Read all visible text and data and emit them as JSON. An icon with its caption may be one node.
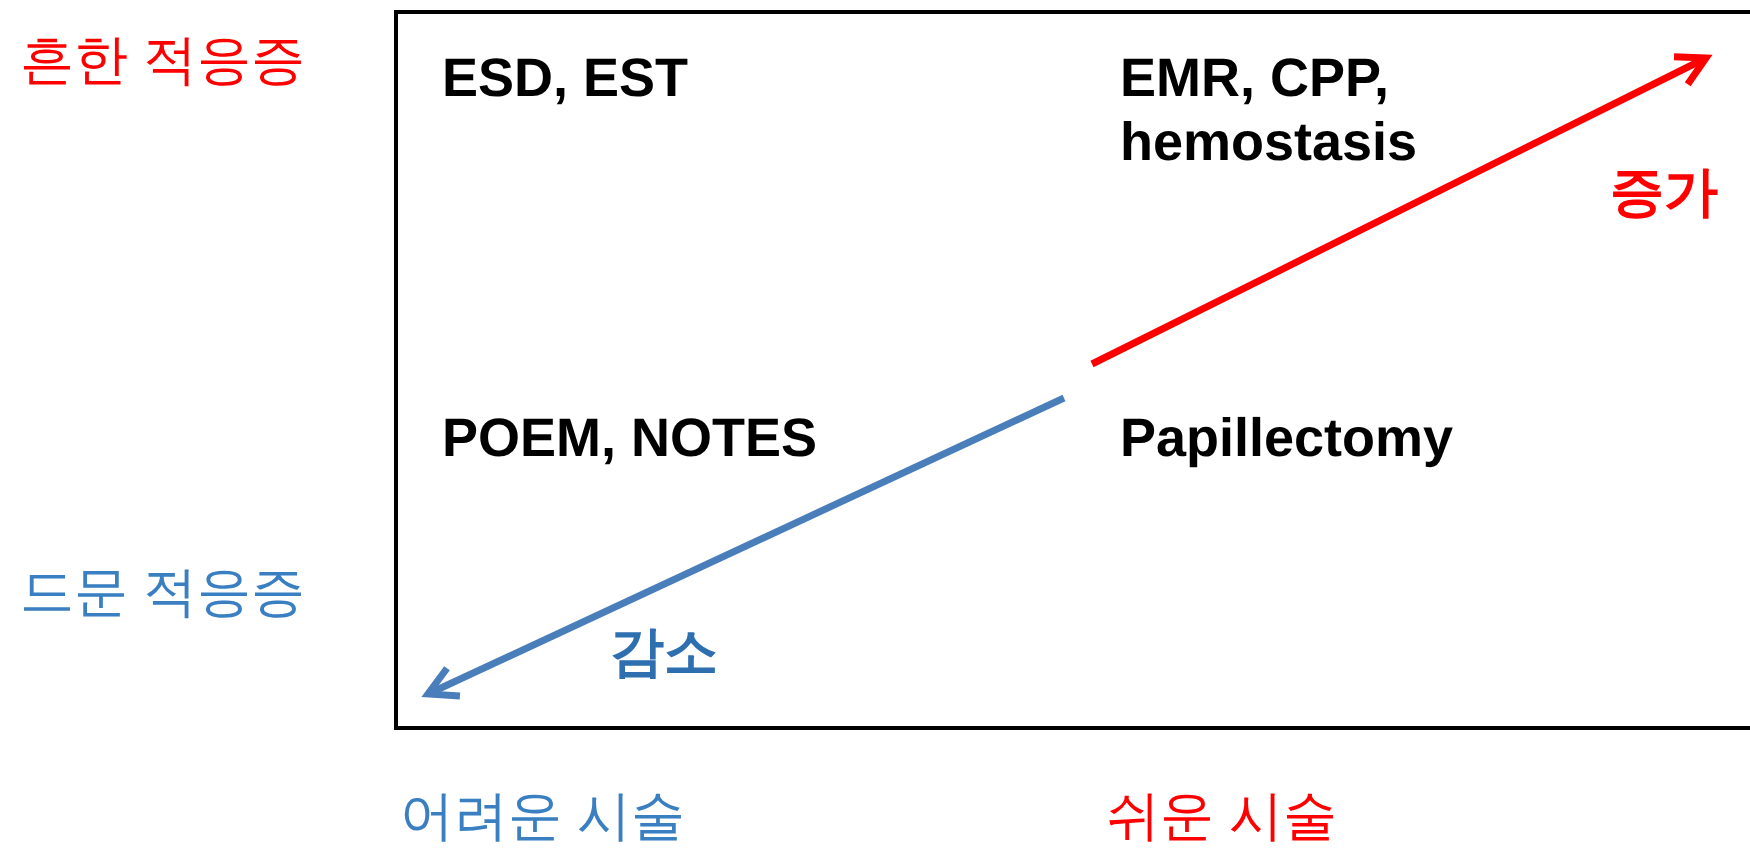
{
  "diagram": {
    "nodes": [
      {
        "text": [
          "ESD, EST"
        ]
      },
      {
        "text": [
          "EMR, CPP, hemostasis"
        ]
      },
      {
        "text": [
          "POEM, NOTES"
        ]
      },
      {
        "text": [
          "Papillectomy"
        ]
      }
    ],
    "labels": [
      "흔한 적응증",
      "증가",
      "드문 적응증",
      "감소",
      "어려운 시술",
      "쉬운 시술"
    ]
  }
}
